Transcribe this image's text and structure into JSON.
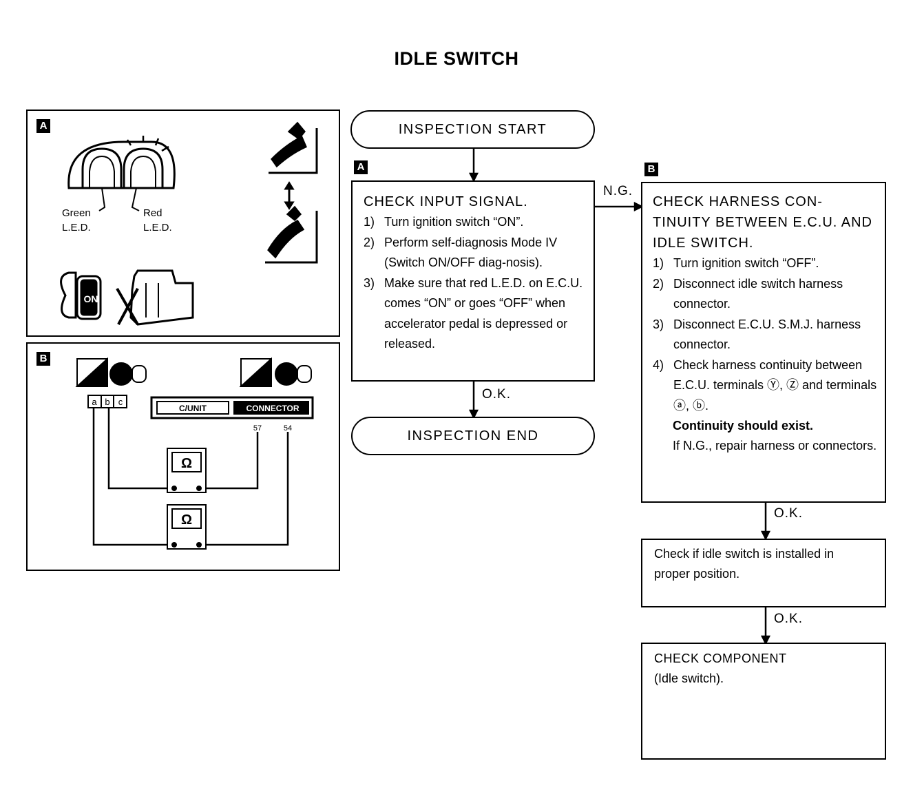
{
  "title": "IDLE SWITCH",
  "panel_a": {
    "tag": "A",
    "green_label": "Green",
    "green_sub": "L.E.D.",
    "red_label": "Red",
    "red_sub": "L.E.D.",
    "key_text": "ON"
  },
  "panel_b": {
    "tag": "B",
    "pins": [
      "a",
      "b",
      "c"
    ],
    "cunit_label": "C/UNIT",
    "connector_label": "CONNECTOR",
    "terminal_1": "57",
    "terminal_2": "54",
    "meter_symbol": "Ω"
  },
  "flow": {
    "start": "INSPECTION START",
    "end": "INSPECTION END",
    "ng_label": "N.G.",
    "ok_label": "O.K.",
    "box_a": {
      "tag": "A",
      "heading": "CHECK INPUT SIGNAL.",
      "steps": [
        {
          "num": "1)",
          "text": "Turn ignition switch “ON”."
        },
        {
          "num": "2)",
          "text": "Perform self-diagnosis Mode IV (Switch ON/OFF diag-nosis)."
        },
        {
          "num": "3)",
          "text": "Make sure that red L.E.D. on E.C.U. comes “ON” or goes “OFF” when accelerator pedal is depressed or released."
        }
      ]
    },
    "box_b": {
      "tag": "B",
      "heading": "CHECK HARNESS CON-TINUITY BETWEEN E.C.U. AND IDLE SWITCH.",
      "steps": [
        {
          "num": "1)",
          "text": "Turn ignition switch “OFF”."
        },
        {
          "num": "2)",
          "text": "Disconnect idle switch harness connector."
        },
        {
          "num": "3)",
          "text": "Disconnect E.C.U. S.M.J. harness connector."
        },
        {
          "num": "4)",
          "text": "Check harness continuity between E.C.U. terminals Ⓨ, Ⓩ and terminals ⓐ, ⓑ."
        }
      ],
      "emphasis": "Continuity should exist.",
      "remark": "If N.G., repair harness or connectors."
    },
    "box_c": {
      "text": "Check if idle switch is installed in proper position."
    },
    "box_d": {
      "heading": "CHECK COMPONENT",
      "text": "(Idle switch)."
    }
  }
}
